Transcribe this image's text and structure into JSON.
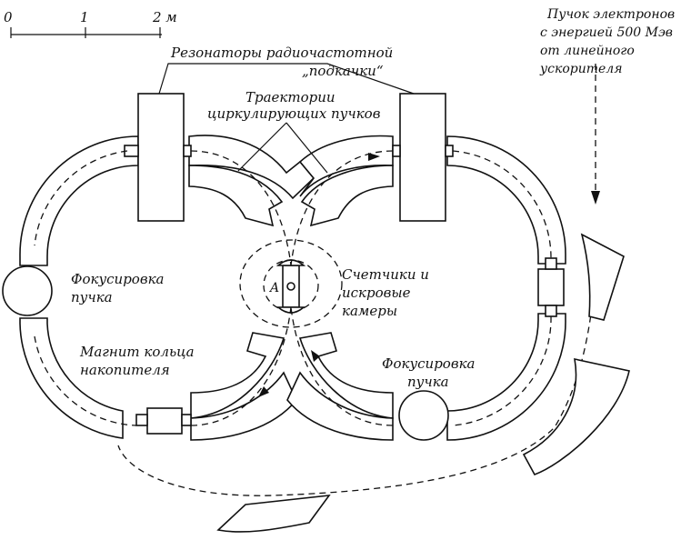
{
  "scale": {
    "tick_0": "0",
    "tick_1": "1",
    "tick_2": "2 м"
  },
  "labels": {
    "resonators_line1": "Резонаторы радиочастотной",
    "resonators_line2": "„подкачки“",
    "trajectories_line1": "Траектории",
    "trajectories_line2": "циркулирующих пучков",
    "beam_line1": "Пучок электронов",
    "beam_line2": "с энергией 500 Мэв",
    "beam_line3": "от линейного",
    "beam_line4": "ускорителя",
    "focus_left_line1": "Фокусировка",
    "focus_left_line2": "пучка",
    "focus_right_line1": "Фокусировка",
    "focus_right_line2": "пучка",
    "counters_line1": "Счетчики и",
    "counters_line2": "искровые",
    "counters_line3": "камеры",
    "magnet_line1": "Магнит кольца",
    "magnet_line2": "накопителя",
    "interaction_point": "A"
  }
}
